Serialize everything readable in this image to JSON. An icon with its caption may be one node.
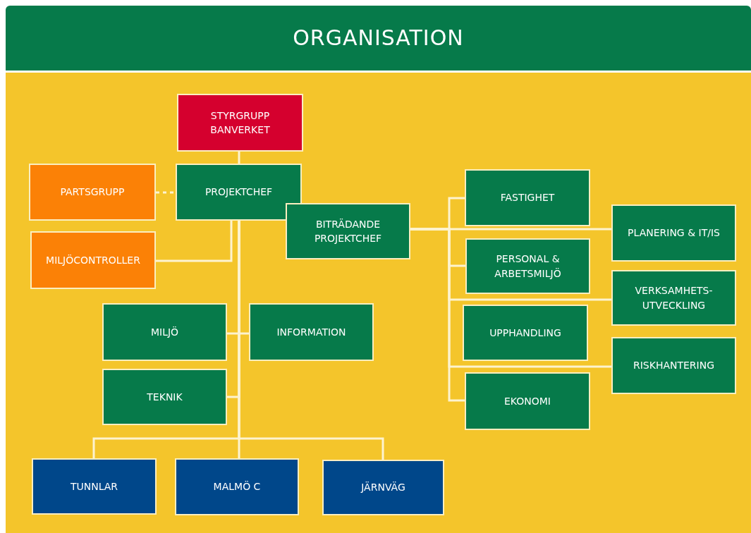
{
  "diagram": {
    "title": "ORGANISATION",
    "nodes": [
      {
        "text": [
          "STYRGRUPP BANVERKET"
        ]
      },
      {
        "text": [
          "PARTSGRUPP"
        ]
      },
      {
        "text": [
          "PROJEKTCHEF"
        ]
      },
      {
        "text": [
          "MILJÖCONTROLLER"
        ]
      },
      {
        "text": [
          "BITRÄDANDE PROJEKTCHEF"
        ]
      },
      {
        "text": [
          "FASTIGHET"
        ]
      },
      {
        "text": [
          "PERSONAL & ARBETSMILJÖ"
        ]
      },
      {
        "text": [
          "UPPHANDLING"
        ]
      },
      {
        "text": [
          "EKONOMI"
        ]
      },
      {
        "text": [
          "PLANERING & IT/IS"
        ]
      },
      {
        "text": [
          "VERKSAMHETS- UTVECKLING"
        ]
      },
      {
        "text": [
          "RISKHANTERING"
        ]
      },
      {
        "text": [
          "MILJÖ"
        ]
      },
      {
        "text": [
          "INFORMATION"
        ]
      },
      {
        "text": [
          "TEKNIK"
        ]
      },
      {
        "text": [
          "TUNNLAR"
        ]
      },
      {
        "text": [
          "MALMÖ C"
        ]
      },
      {
        "text": [
          "JÄRNVÄG"
        ]
      }
    ],
    "edges": [
      {
        "from": 0,
        "to": 2,
        "arrow": "none"
      },
      {
        "from": 1,
        "to": 2,
        "arrow": "none",
        "style": "dashed"
      },
      {
        "from": 2,
        "to": 3,
        "arrow": "none"
      },
      {
        "from": 4,
        "to": 5,
        "arrow": "none"
      },
      {
        "from": 4,
        "to": 6,
        "arrow": "none"
      },
      {
        "from": 4,
        "to": 8,
        "arrow": "none"
      },
      {
        "from": 4,
        "to": 9,
        "arrow": "none"
      },
      {
        "from": 4,
        "to": 10,
        "arrow": "none"
      },
      {
        "from": 4,
        "to": 11,
        "arrow": "none"
      },
      {
        "from": 2,
        "to": 12,
        "arrow": "none"
      },
      {
        "from": 2,
        "to": 13,
        "arrow": "none"
      },
      {
        "from": 2,
        "to": 14,
        "arrow": "none"
      },
      {
        "from": 2,
        "to": 15,
        "arrow": "none"
      },
      {
        "from": 2,
        "to": 16,
        "arrow": "none"
      },
      {
        "from": 2,
        "to": 17,
        "arrow": "none"
      }
    ]
  }
}
